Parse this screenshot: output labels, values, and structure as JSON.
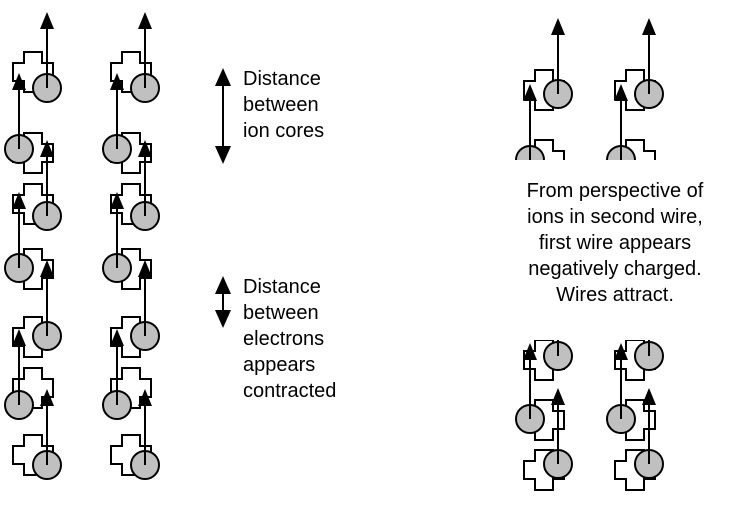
{
  "labels": {
    "ion_spacing": [
      "Distance",
      "between",
      "ion cores"
    ],
    "electron_spacing": [
      "Distance",
      "between",
      "electrons",
      "appears",
      "contracted"
    ],
    "perspective_note": [
      "From perspective of",
      "ions in second wire,",
      "first wire appears",
      "negatively charged.",
      "Wires attract."
    ]
  },
  "colors": {
    "line": "#000000",
    "ion_fill": "#ffffff",
    "electron_fill": "#c0c0c0"
  },
  "icons": {
    "ion": "plus-shape-icon",
    "electron": "filled-circle-icon",
    "motion": "up-arrow-icon"
  }
}
